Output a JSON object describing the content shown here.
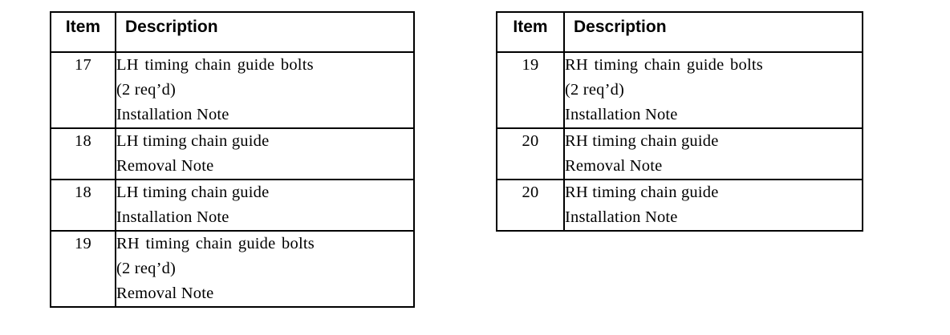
{
  "document": {
    "background_color": "#ffffff",
    "text_color": "#000000",
    "border_color": "#000000"
  },
  "tables": [
    {
      "id": "left",
      "name": "parts-table-left",
      "columns": [
        "Item",
        "Description"
      ],
      "rows": [
        {
          "item": "17",
          "description_lines": [
            "LH timing chain guide bolts",
            "(2 req’d)",
            "Installation Note"
          ]
        },
        {
          "item": "18",
          "description_lines": [
            "LH timing chain guide",
            "Removal Note"
          ]
        },
        {
          "item": "18",
          "description_lines": [
            "LH timing chain guide",
            "Installation Note"
          ]
        },
        {
          "item": "19",
          "description_lines": [
            "RH timing chain guide bolts",
            "(2 req’d)",
            "Removal Note"
          ]
        }
      ]
    },
    {
      "id": "right",
      "name": "parts-table-right",
      "columns": [
        "Item",
        "Description"
      ],
      "rows": [
        {
          "item": "19",
          "description_lines": [
            "RH timing chain guide bolts",
            "(2 req’d)",
            "Installation Note"
          ]
        },
        {
          "item": "20",
          "description_lines": [
            "RH timing chain guide",
            "Removal Note"
          ]
        },
        {
          "item": "20",
          "description_lines": [
            "RH timing chain guide",
            "Installation Note"
          ]
        }
      ]
    }
  ]
}
